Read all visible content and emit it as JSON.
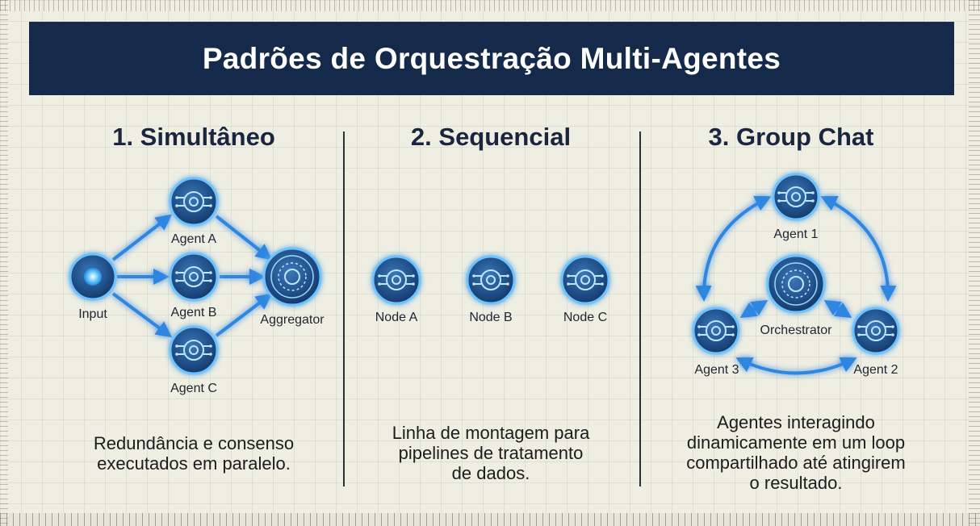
{
  "title": "Padrões de Orquestração Multi-Agentes",
  "columns": [
    {
      "heading": "1. Simultâneo",
      "nodes": {
        "input": "Input",
        "agent_a": "Agent A",
        "agent_b": "Agent B",
        "agent_c": "Agent C",
        "aggregator": "Aggregator"
      },
      "caption": [
        "Redundância e consenso",
        "executados em paralelo."
      ]
    },
    {
      "heading": "2. Sequencial",
      "nodes": {
        "node_a": "Node A",
        "node_b": "Node B",
        "node_c": "Node C"
      },
      "caption": [
        "Linha de montagem para",
        "pipelines de tratamento",
        "de dados."
      ]
    },
    {
      "heading": "3. Group Chat",
      "nodes": {
        "agent_1": "Agent 1",
        "orchestrator": "Orchestrator",
        "agent_2": "Agent 2",
        "agent_3": "Agent 3"
      },
      "caption": [
        "Agentes interagindo",
        "dinamicamente em um loop",
        "compartilhado até atingirem",
        "o resultado."
      ]
    }
  ],
  "colors": {
    "banner": "#15294b",
    "node_fill": "#1f4d86",
    "glow": "#3fa4ff",
    "arrow": "#2f86e0"
  }
}
